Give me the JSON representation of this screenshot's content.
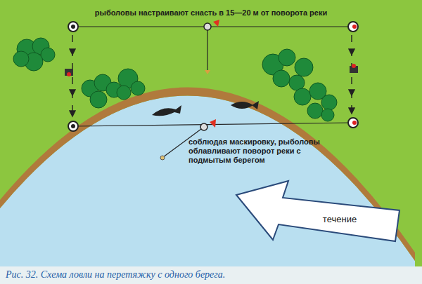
{
  "diagram": {
    "caption": "Рис. 32. Схема ловли на перетяжку с одного берега.",
    "nodes": [
      {
        "text": [
          "течение"
        ]
      }
    ],
    "labels": [
      "рыболовы настраивают снасть в 15—20 м от поворота реки",
      "соблюдая маскировку, рыболовы облавливают поворот реки с подмытым берегом"
    ]
  }
}
